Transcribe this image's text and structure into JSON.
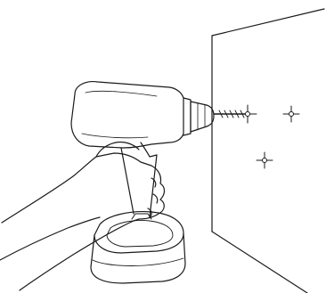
{
  "illustration": {
    "colors": {
      "background": "#ffffff",
      "line": "#1a1a1a",
      "fill": "#ffffff"
    },
    "elements": [
      "wall-panel",
      "hand-holding-drill",
      "cordless-drill",
      "drill-battery",
      "drill-bit",
      "target-crosshair-marks"
    ],
    "crosshair_count": 3
  }
}
